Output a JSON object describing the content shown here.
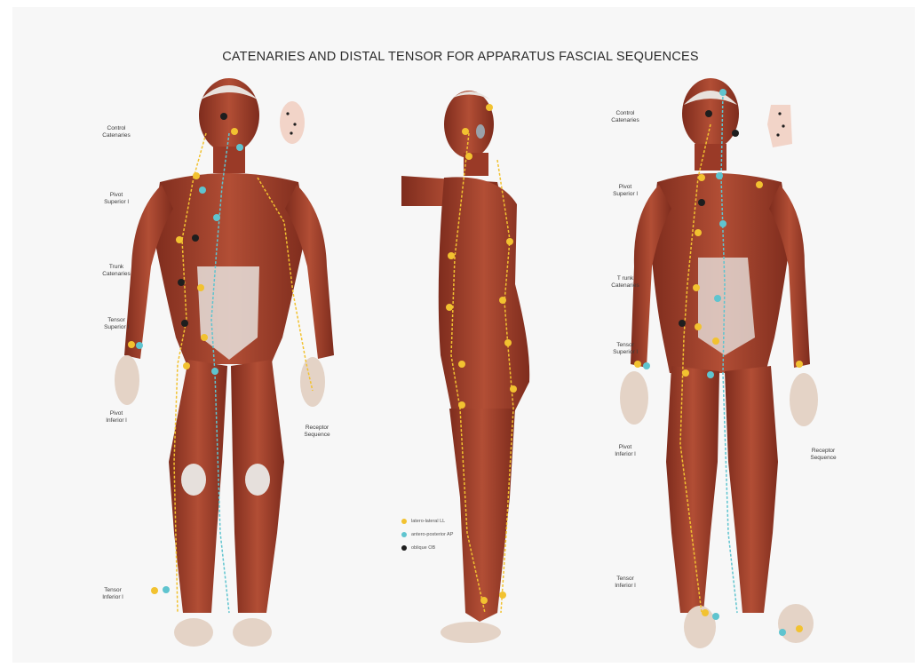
{
  "title": "CATENARIES AND DISTAL TENSOR FOR APPARATUS FASCIAL SEQUENCES",
  "colors": {
    "background": "#f7f7f7",
    "muscle": "#a8442e",
    "muscle_dark": "#7a2a1c",
    "tendon": "#e9e4e0",
    "latero_lateral": "#f2c230",
    "antero_posterior": "#5fc4cf",
    "oblique": "#1e1e1e"
  },
  "labels": {
    "front": {
      "control": [
        "Control",
        "Catenaries"
      ],
      "pivot_superior": [
        "Pivot",
        "Superior l"
      ],
      "trunk": [
        "Trunk",
        "Catenaries"
      ],
      "tensor_superior": [
        "Tensor",
        "Superior l"
      ],
      "pivot_inferior": [
        "Pivot",
        "Inferior l"
      ],
      "receptor": [
        "Receptor",
        "Sequence"
      ],
      "tensor_inferior": [
        "Tensor",
        "Inferior l"
      ]
    },
    "back": {
      "control": [
        "Control",
        "Catenaries"
      ],
      "pivot_superior": [
        "Pivot",
        "Superior l"
      ],
      "trunk": [
        "T runk",
        "Catenaries"
      ],
      "tensor_superior": [
        "Tensor",
        "Superior l"
      ],
      "pivot_inferior": [
        "Pivot",
        "Inferior l"
      ],
      "receptor": [
        "Receptor",
        "Sequence"
      ],
      "tensor_inferior": [
        "Tensor",
        "Inferior l"
      ]
    }
  },
  "legend": [
    {
      "label": "latero-lateral LL",
      "icon": "yellow-dot",
      "color": "#f2c230"
    },
    {
      "label": "antero-posterior AP",
      "icon": "cyan-dot",
      "color": "#5fc4cf"
    },
    {
      "label": "oblique OB",
      "icon": "black-dot",
      "color": "#1e1e1e"
    }
  ]
}
